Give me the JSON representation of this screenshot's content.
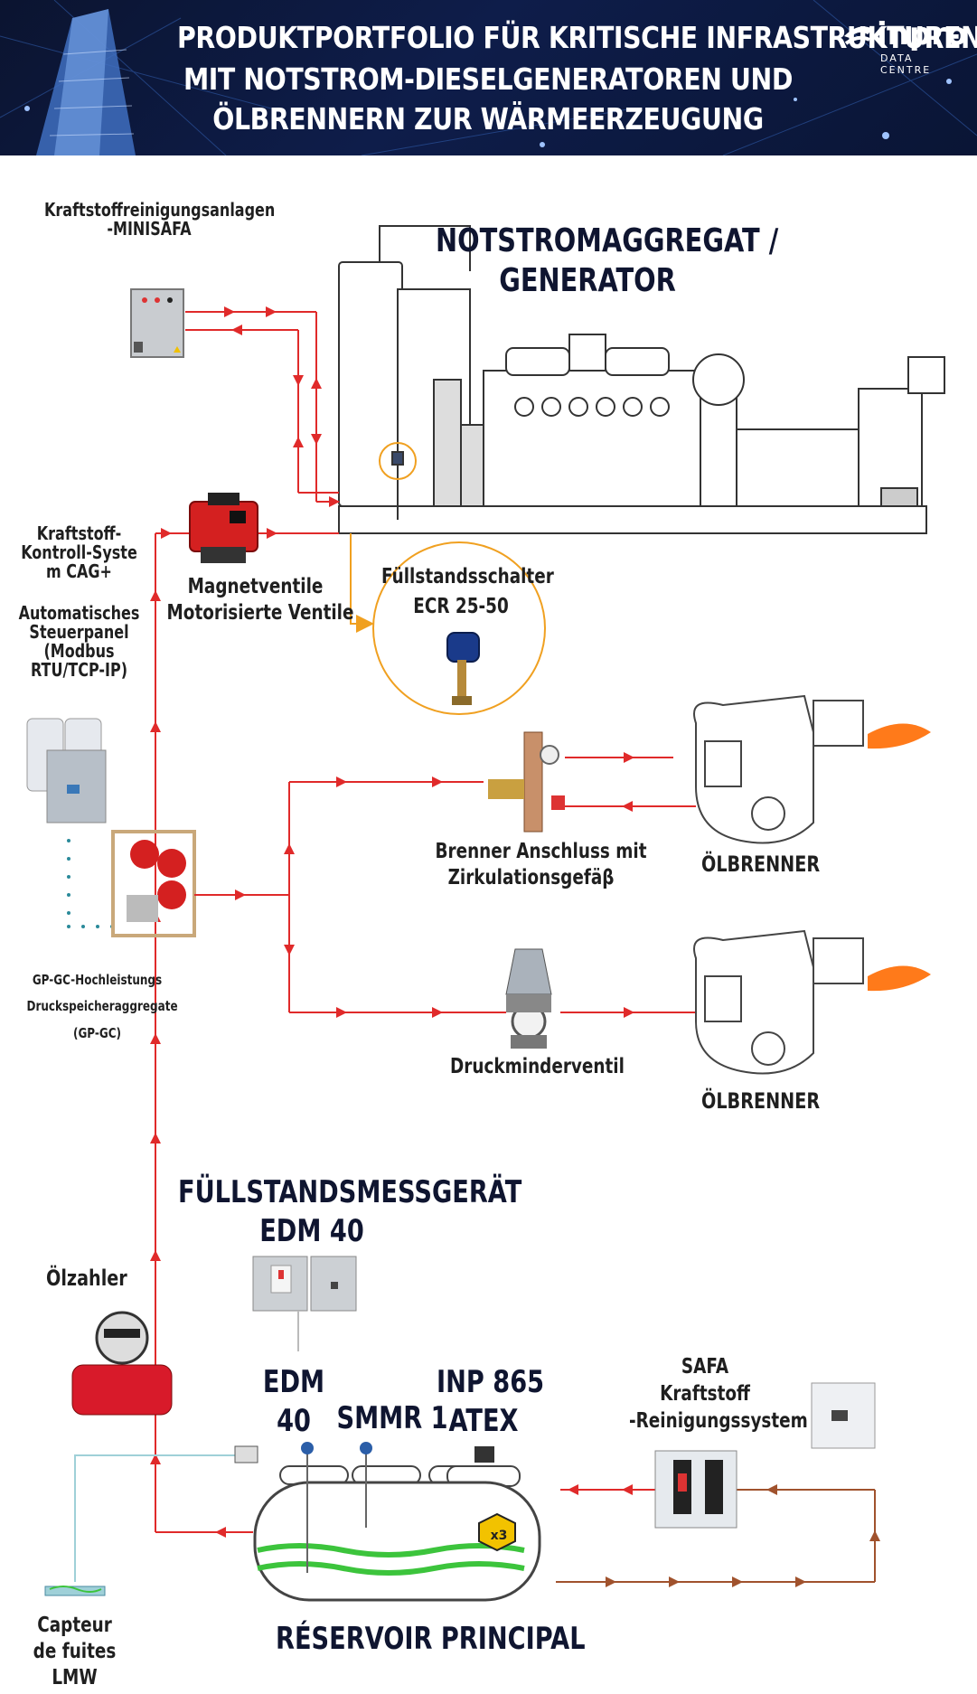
{
  "header": {
    "title_lines": [
      "PRODUKTPORTFOLIO FÜR KRITISCHE INFRASTRUKTUREN",
      "MIT NOTSTROM-DIESELGENERATOREN UND",
      "ÖLBRENNERN ZUR WÄRMEERZEUGUNG"
    ],
    "logo_word": "inpro",
    "logo_sub": "DATA CENTRE"
  },
  "labels": {
    "minisafa": [
      "Kraftstoffreinigungsanlagen",
      "-MINISAFA"
    ],
    "generator": [
      "NOTSTROMAGGREGAT /",
      "GENERATOR"
    ],
    "cag": [
      "Kraftstoff-",
      "Kontroll-Syste",
      "m CAG+"
    ],
    "panel": [
      "Automatisches",
      "Steuerpanel",
      "(Modbus",
      "RTU/TCP-IP)"
    ],
    "valves": [
      "Magnetventile",
      "Motorisierte Ventile"
    ],
    "level_switch": [
      "Füllstandsschalter",
      "ECR 25-50"
    ],
    "burner_connection": [
      "Brenner Anschluss mit",
      "Zirkulationsgefäβ"
    ],
    "burner_1": "ÖLBRENNER",
    "burner_2": "ÖLBRENNER",
    "gpgc": [
      "GP-GC-Hochleistungs",
      "Druckspeicheraggregate",
      "(GP-GC)"
    ],
    "pressure_reducer": "Druckminderventil",
    "level_meter": [
      "FÜLLSTANDSMESSGERÄT",
      "EDM 40"
    ],
    "oil_meter": "Ölzahler",
    "edm": [
      "EDM",
      "40"
    ],
    "smmr": "SMMR 1",
    "inp": [
      "INP 865",
      "ATEX"
    ],
    "safa": [
      "SAFA",
      "Kraftstoff",
      "-Reinigungssystem"
    ],
    "tank": "RÉSERVOIR PRINCIPAL",
    "leak": [
      "Capteur",
      "de fuites",
      "LMW"
    ],
    "atex_badge": "x3"
  },
  "colors": {
    "header_bg": "#0e1d4a",
    "flow_red": "#e02a2a",
    "flow_brown": "#a0522d",
    "signal_orange": "#f0a020",
    "fuel_green": "#3cc43c",
    "teal_dots": "#2a8a9a"
  }
}
